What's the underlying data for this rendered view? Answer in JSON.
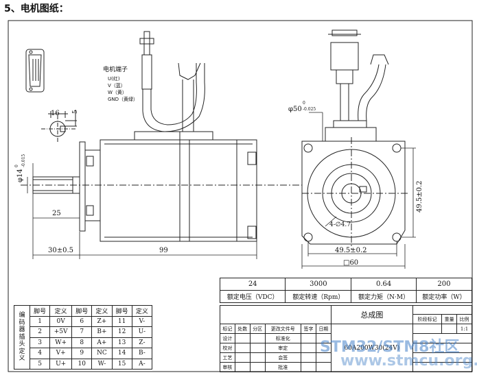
{
  "heading": "5、电机图纸：",
  "motor_terminal": {
    "title": "电机端子",
    "lines": [
      "U(红)",
      "V（蓝）",
      "W（黄）",
      "GND（黄绿）"
    ]
  },
  "dims": {
    "key_w": "16",
    "key_h": "5",
    "shaft_dia": "φ14",
    "shaft_tol": "0",
    "shaft_tol2": "-0.015",
    "shaft_len": "25",
    "flange_len": "30±0.5",
    "body_len": "99",
    "pilot_dia": "φ50",
    "pilot_tol": "0",
    "pilot_tol2": "-0.025",
    "holes": "4-∅4.7",
    "pcd_h": "49.5±0.2",
    "pcd_v": "49.5±0.2",
    "frame": "□60"
  },
  "pin_table": {
    "side_label": [
      "编",
      "码",
      "器",
      "插",
      "头",
      "定",
      "义"
    ],
    "headers": [
      "脚号",
      "定义",
      "脚号",
      "定义",
      "脚号",
      "定义"
    ],
    "rows": [
      [
        "1",
        "0V",
        "6",
        "Z+",
        "11",
        "V-"
      ],
      [
        "2",
        "+5V",
        "7",
        "B+",
        "12",
        "U-"
      ],
      [
        "3",
        "W+",
        "8",
        "A+",
        "13",
        "Z-"
      ],
      [
        "4",
        "V+",
        "9",
        "NC",
        "14",
        "B-"
      ],
      [
        "5",
        "U+",
        "10",
        "W-",
        "15",
        "A-"
      ]
    ]
  },
  "spec": {
    "values": [
      "24",
      "3000",
      "0.64",
      "200"
    ],
    "labels": [
      "额定电压（VDC）",
      "额定转速（Rpm）",
      "额定力矩（N·M）",
      "额定功率（W）"
    ]
  },
  "title_block": {
    "row1": [
      "标记",
      "处数",
      "分区",
      "更改文件号",
      "签字",
      "日期"
    ],
    "left_labels": [
      "设计",
      "校对",
      "工艺",
      "审核"
    ],
    "mid_labels": [
      "标准化",
      "审定",
      "会签",
      "批准"
    ],
    "title": "总成图",
    "model": "60A200W30(24V)",
    "right_labels": [
      "阶段标记",
      "重量",
      "比例"
    ],
    "scale": "1:1"
  },
  "watermark": {
    "line1": "STM32/STM8社区",
    "line2": "www.stmcu.org.cn"
  }
}
